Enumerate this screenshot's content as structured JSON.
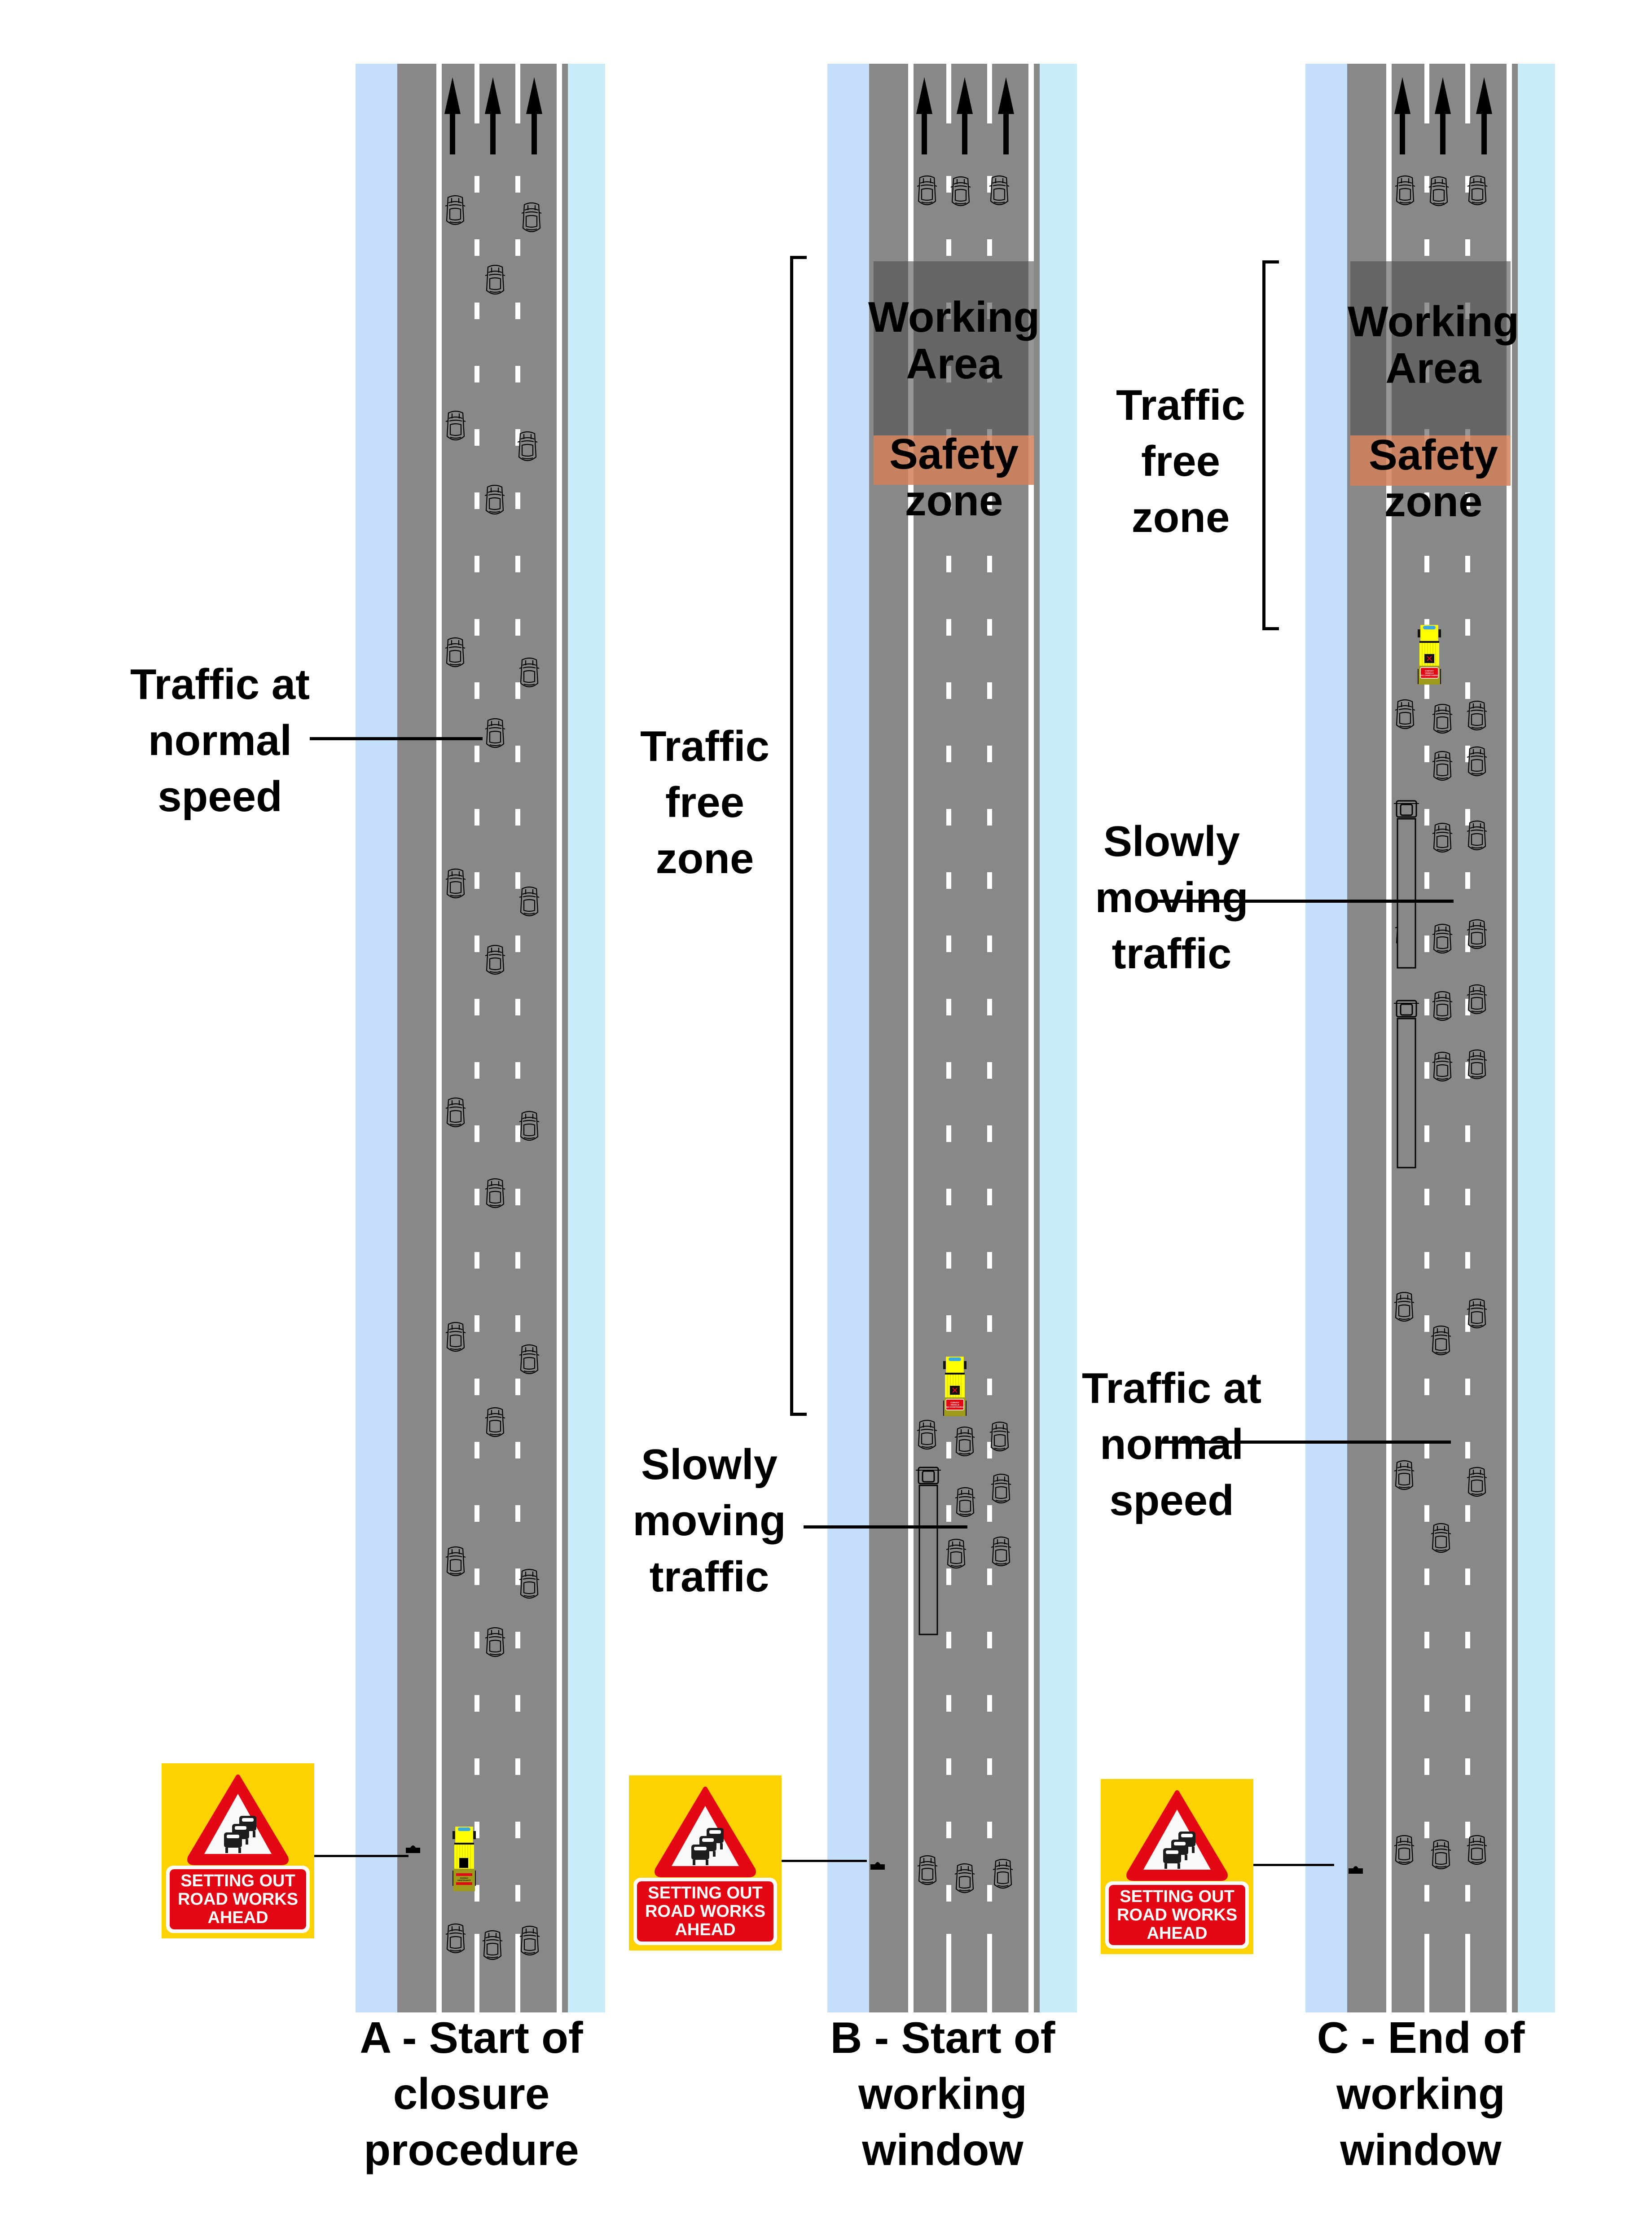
{
  "figure": {
    "panels": [
      {
        "id": "A",
        "caption": "A - Start of\nclosure\nprocedure",
        "labels": {
          "normal_traffic": "Traffic at\nnormal\nspeed"
        },
        "sign": {
          "lines": [
            "SETTING OUT",
            "ROAD WORKS",
            "AHEAD"
          ]
        },
        "vehicle": {
          "type": "highway-maintenance-vehicle",
          "text": "HIGHWAY MAINTENANCE"
        }
      },
      {
        "id": "B",
        "caption": "B - Start of\nworking\nwindow",
        "labels": {
          "working_area": "Working\nArea",
          "safety_zone": "Safety\nzone",
          "traffic_free_zone": "Traffic\nfree\nzone",
          "slow_traffic": "Slowly\nmoving\ntraffic"
        },
        "sign": {
          "lines": [
            "SETTING OUT",
            "ROAD WORKS",
            "AHEAD"
          ]
        },
        "vehicle": {
          "type": "convoy-vehicle",
          "text": "CONVOY VEHICLE NO OVERTAKING"
        }
      },
      {
        "id": "C",
        "caption": "C - End of\nworking\nwindow",
        "labels": {
          "working_area": "Working\nArea",
          "safety_zone": "Safety\nzone",
          "traffic_free_zone": "Traffic\nfree\nzone",
          "slow_traffic": "Slowly\nmoving\ntraffic",
          "normal_traffic": "Traffic at\nnormal\nspeed"
        },
        "sign": {
          "lines": [
            "SETTING OUT",
            "ROAD WORKS",
            "AHEAD"
          ]
        },
        "vehicle": {
          "type": "convoy-vehicle",
          "text": "CONVOY VEHICLE NO OVERTAKING"
        }
      }
    ],
    "road": {
      "lanes": 3,
      "direction": "north",
      "icons": [
        "arrow-up-icon",
        "car-icon",
        "lorry-icon",
        "cone-icon",
        "warning-sign-icon"
      ]
    },
    "colors": {
      "verge_left": "#c5dffa",
      "verge_right": "#c9ecfb",
      "carriageway": "#888888",
      "working_area": "#696969",
      "safety_zone": "#b87a5a",
      "sign_yellow": "#fed200",
      "sign_red": "#e30613",
      "vehicle_yellow": "#ffff00"
    }
  }
}
